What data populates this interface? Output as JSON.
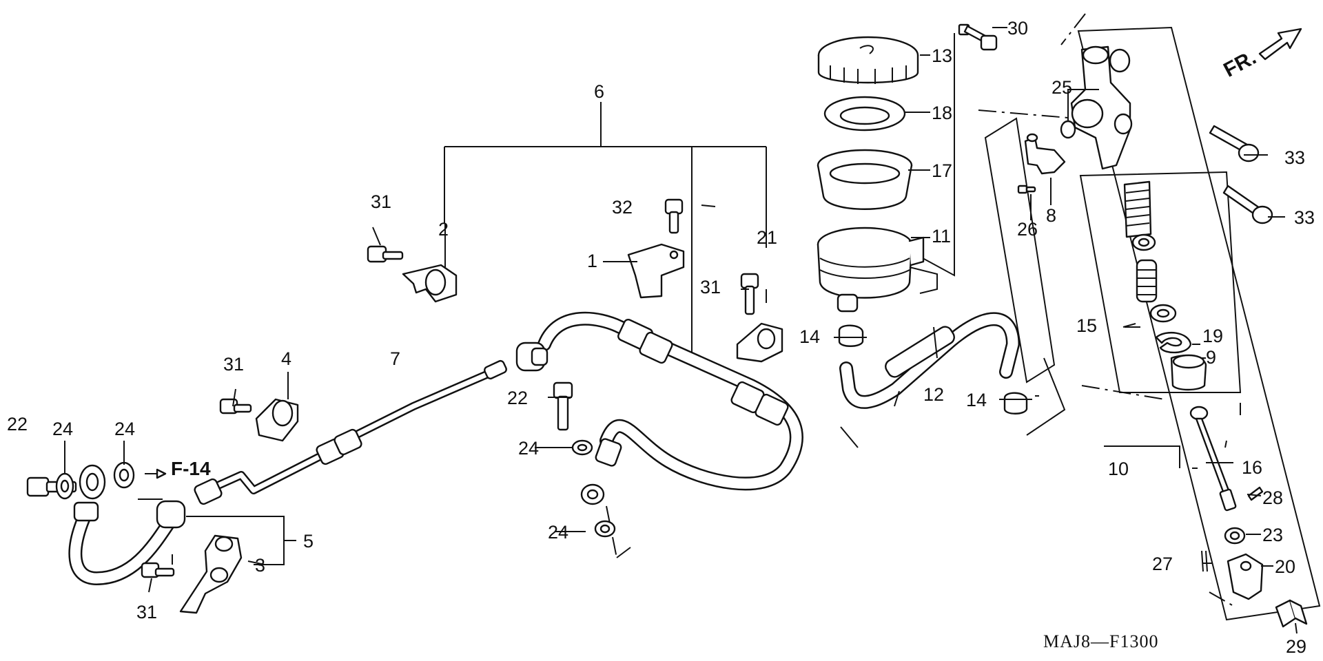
{
  "diagram": {
    "drawing_code": "MAJ8—F1300",
    "reference": "F-14",
    "front_marker": "FR.",
    "callouts": {
      "c1": "1",
      "c2": "2",
      "c3": "3",
      "c4": "4",
      "c5": "5",
      "c6": "6",
      "c7": "7",
      "c8": "8",
      "c9": "9",
      "c10": "10",
      "c11": "11",
      "c12": "12",
      "c13": "13",
      "c14a": "14",
      "c14b": "14",
      "c15": "15",
      "c16": "16",
      "c17": "17",
      "c18": "18",
      "c19": "19",
      "c20": "20",
      "c21": "21",
      "c22a": "22",
      "c22b": "22",
      "c23": "23",
      "c24a": "24",
      "c24b": "24",
      "c24c": "24",
      "c24d": "24",
      "c25": "25",
      "c26": "26",
      "c27": "27",
      "c28": "28",
      "c29": "29",
      "c30": "30",
      "c31a": "31",
      "c31b": "31",
      "c31c": "31",
      "c31d": "31",
      "c32": "32",
      "c33a": "33",
      "c33b": "33"
    }
  }
}
